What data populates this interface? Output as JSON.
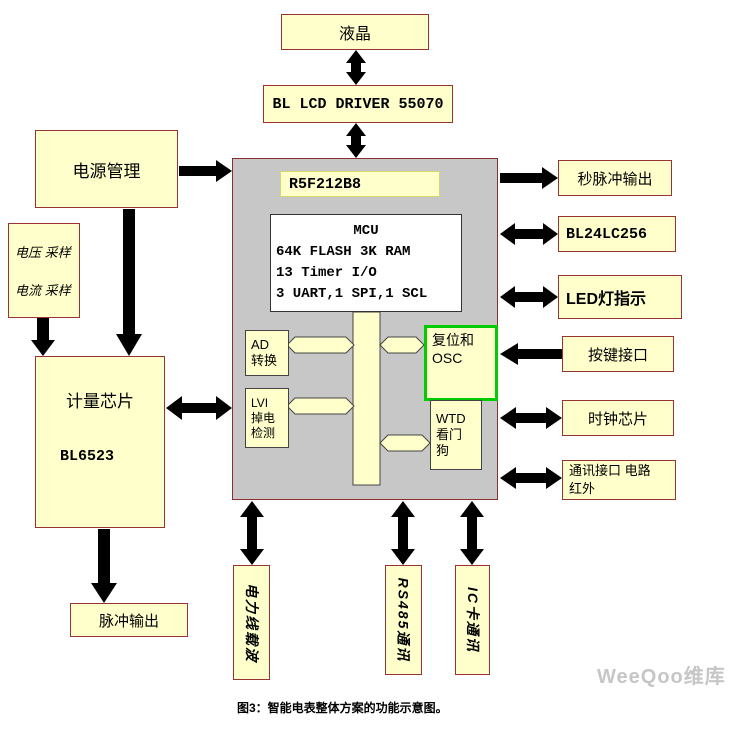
{
  "boxes": {
    "lcd": "液晶",
    "lcd_driver": "BL LCD DRIVER 55070",
    "power_mgmt": "电源管理",
    "sampling": [
      "电压 采样",
      "电流 采样"
    ],
    "metering_chip": "计量芯片",
    "metering_model": "BL6523",
    "pulse_output": "脉冲输出",
    "mcu_label": "R5F212B8",
    "mcu_core": [
      "MCU",
      "64K FLASH 3K RAM",
      "13 Timer I/O",
      "3 UART,1 SPI,1 SCL"
    ],
    "ad": [
      "AD",
      "转换"
    ],
    "lvi": [
      "LVI",
      "掉电",
      "检测"
    ],
    "reset_osc": [
      "复位和",
      "OSC"
    ],
    "wtd": [
      "WTD",
      "看门",
      "狗"
    ],
    "right": [
      "秒脉冲输出",
      "BL24LC256",
      "LED灯指示",
      "按键接口",
      "时钟芯片"
    ],
    "comm_interface": [
      "通讯接口 电路",
      "红外"
    ],
    "bottom": [
      "电力线载波",
      "RS485通讯",
      "IC卡通讯"
    ]
  },
  "caption": "图3：智能电表整体方案的功能示意图。",
  "watermark": "WeeQoo维库",
  "colors": {
    "box_fill": "#FFFFCC",
    "box_border": "#993333",
    "mcu_block_bg": "#C7C7C7",
    "highlight_green": "#00CC00",
    "arrow": "#000000"
  }
}
